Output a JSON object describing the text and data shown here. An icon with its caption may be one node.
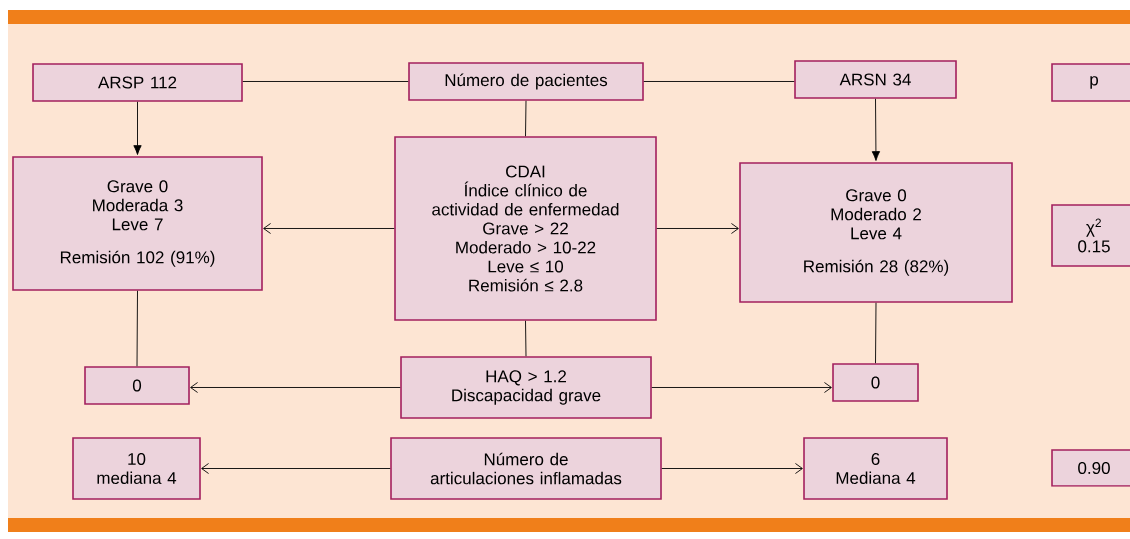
{
  "diagram": {
    "nodes": [
      {
        "text": [
          "ARSP 112"
        ]
      },
      {
        "text": [
          "Número de pacientes"
        ]
      },
      {
        "text": [
          "ARSN 34"
        ]
      },
      {
        "text": [
          "p"
        ]
      },
      {
        "text": [
          "Grave 0",
          "Moderada 3",
          "Leve 7",
          "Remisión 102 (91%)"
        ]
      },
      {
        "text": [
          "CDAI",
          "Índice clínico de actividad de enfermedad",
          "Grave > 22",
          "Moderado > 10-22",
          "Leve ≤ 10",
          "Remisión ≤ 2.8"
        ]
      },
      {
        "text": [
          "Grave 0",
          "Moderado 2",
          "Leve 4",
          "Remisión 28 (82%)"
        ]
      },
      {
        "text": [
          "χ$^{2}$",
          "0.15"
        ]
      },
      {
        "text": [
          "0"
        ]
      },
      {
        "text": [
          "HAQ > 1.2",
          "Discapacidad grave"
        ]
      },
      {
        "text": [
          "0"
        ]
      },
      {
        "text": [
          "10",
          "mediana 4"
        ]
      },
      {
        "text": [
          "Número de articulaciones inflamadas"
        ]
      },
      {
        "text": [
          "6",
          "Mediana 4"
        ]
      },
      {
        "text": [
          "0.90"
        ]
      }
    ],
    "edges": [
      {
        "from": 1,
        "to": 0,
        "arrow": "none"
      },
      {
        "from": 1,
        "to": 2,
        "arrow": "none"
      },
      {
        "from": 0,
        "to": 4,
        "arrow": "to"
      },
      {
        "from": 2,
        "to": 6,
        "arrow": "to"
      },
      {
        "from": 1,
        "to": 5,
        "arrow": "none"
      },
      {
        "from": 5,
        "to": 4,
        "arrow": "to"
      },
      {
        "from": 5,
        "to": 6,
        "arrow": "to"
      },
      {
        "from": 4,
        "to": 8,
        "arrow": "none"
      },
      {
        "from": 5,
        "to": 9,
        "arrow": "none"
      },
      {
        "from": 6,
        "to": 10,
        "arrow": "none"
      },
      {
        "from": 9,
        "to": 8,
        "arrow": "to"
      },
      {
        "from": 9,
        "to": 10,
        "arrow": "to"
      },
      {
        "from": 12,
        "to": 11,
        "arrow": "to"
      },
      {
        "from": 12,
        "to": 13,
        "arrow": "to"
      }
    ]
  }
}
